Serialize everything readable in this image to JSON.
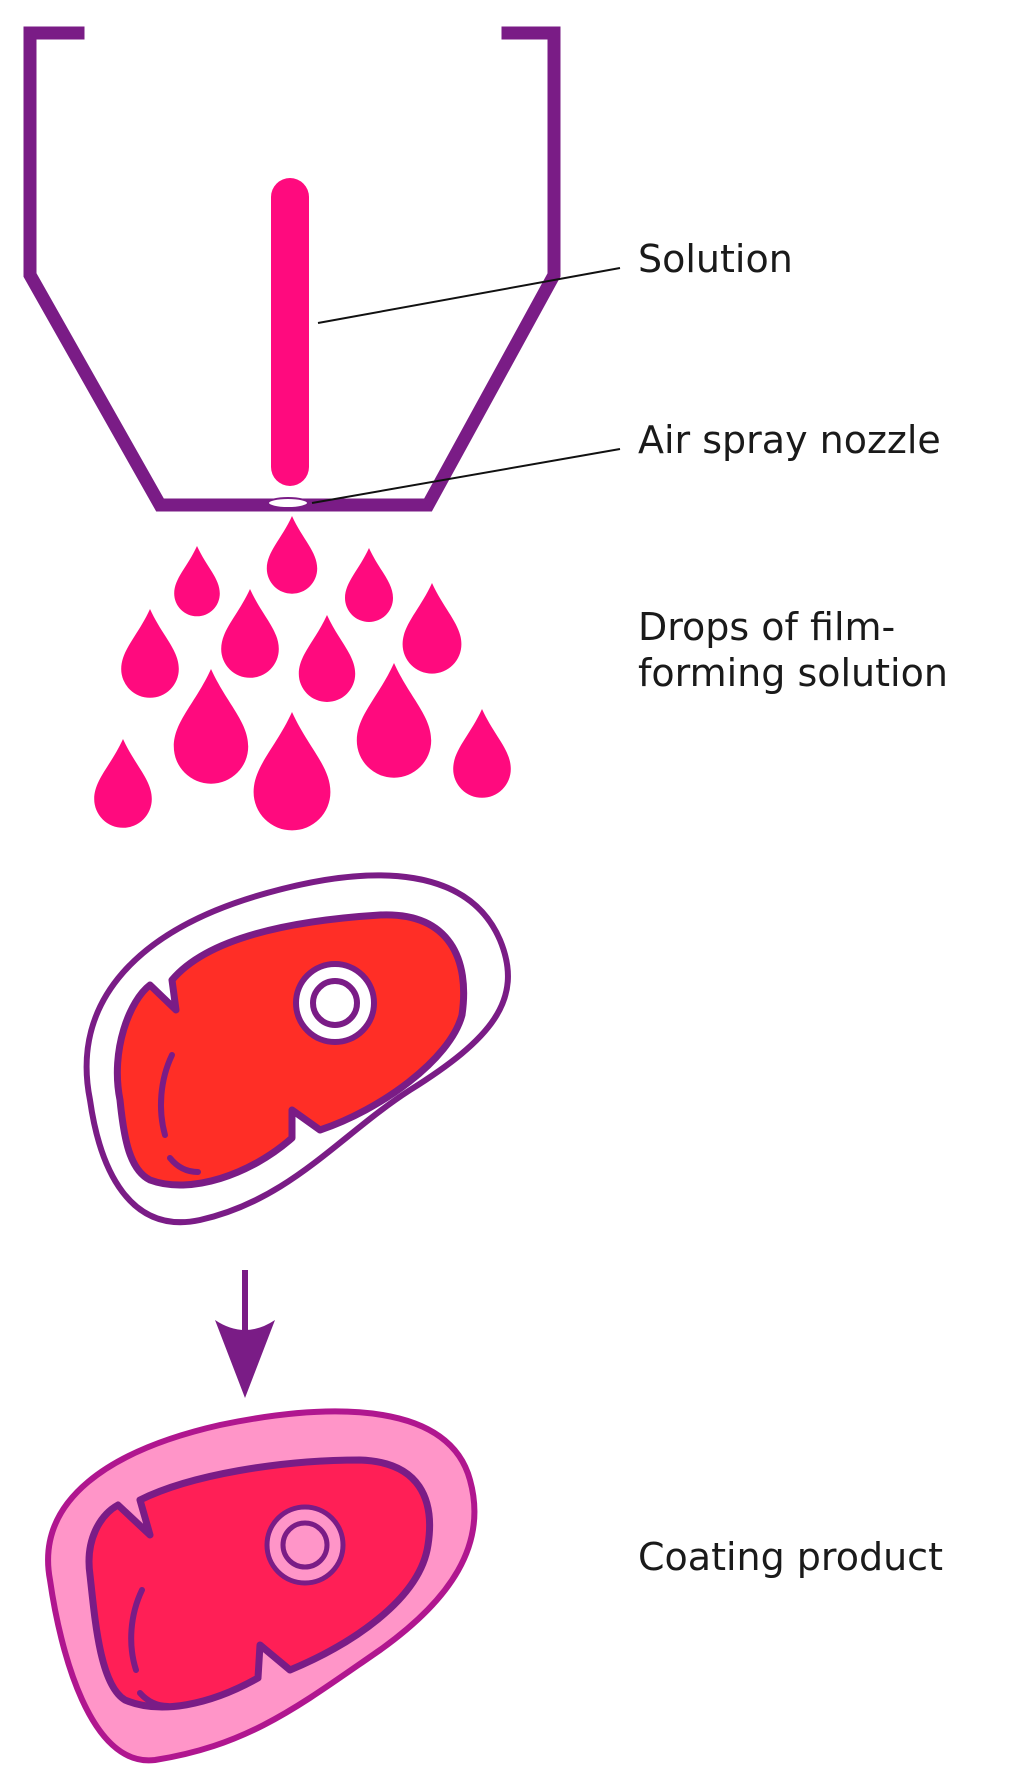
{
  "labels": {
    "solution": "Solution",
    "nozzle": "Air spray nozzle",
    "drops_line1": "Drops of film-",
    "drops_line2": "forming solution",
    "coating": "Coating product"
  },
  "colors": {
    "purple": "#7a1c86",
    "magenta": "#ff0a7e",
    "meat_red": "#ff2e26",
    "coated_red": "#ff1f56",
    "coating_pink": "#ff95c8",
    "coating_outline": "#b0168f",
    "leader_line": "#111111"
  },
  "icons": [
    "hopper-icon",
    "solution-tube-icon",
    "nozzle-icon",
    "drop-icon",
    "meat-icon",
    "down-arrow-icon"
  ]
}
